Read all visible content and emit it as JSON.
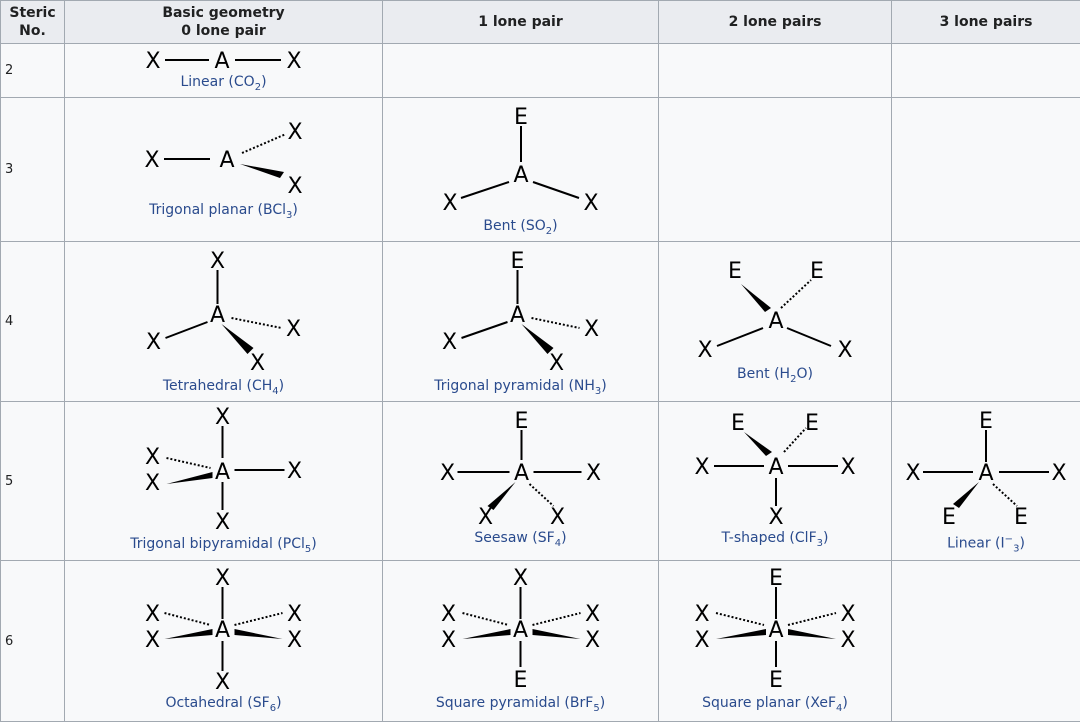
{
  "headers": {
    "steric_no": "Steric No.",
    "basic_geometry_line1": "Basic geometry",
    "basic_geometry_line2": "0 lone pair",
    "one_lone_pair": "1 lone pair",
    "two_lone_pairs": "2 lone pairs",
    "three_lone_pairs": "3 lone pairs"
  },
  "atoms": {
    "central": "A",
    "ligand": "X",
    "lone_pair": "E"
  },
  "rows": [
    {
      "steric_number": "2",
      "cells": [
        {
          "name": "Linear",
          "formula_main": "CO",
          "formula_sub": "2",
          "formula_sup": "",
          "formula_tail": ""
        }
      ]
    },
    {
      "steric_number": "3",
      "cells": [
        {
          "name": "Trigonal planar",
          "formula_main": "BCl",
          "formula_sub": "3",
          "formula_sup": "",
          "formula_tail": ""
        },
        {
          "name": "Bent",
          "formula_main": "SO",
          "formula_sub": "2",
          "formula_sup": "",
          "formula_tail": ""
        }
      ]
    },
    {
      "steric_number": "4",
      "cells": [
        {
          "name": "Tetrahedral",
          "formula_main": "CH",
          "formula_sub": "4",
          "formula_sup": "",
          "formula_tail": ""
        },
        {
          "name": "Trigonal pyramidal",
          "formula_main": "NH",
          "formula_sub": "3",
          "formula_sup": "",
          "formula_tail": ""
        },
        {
          "name": "Bent",
          "formula_main": "H",
          "formula_sub": "2",
          "formula_sup": "",
          "formula_tail": "O"
        }
      ]
    },
    {
      "steric_number": "5",
      "cells": [
        {
          "name": "Trigonal bipyramidal",
          "formula_main": "PCl",
          "formula_sub": "5",
          "formula_sup": "",
          "formula_tail": ""
        },
        {
          "name": "Seesaw",
          "formula_main": "SF",
          "formula_sub": "4",
          "formula_sup": "",
          "formula_tail": ""
        },
        {
          "name": "T-shaped",
          "formula_main": "ClF",
          "formula_sub": "3",
          "formula_sup": "",
          "formula_tail": ""
        },
        {
          "name": "Linear",
          "formula_main": "I",
          "formula_sub": "3",
          "formula_sup": "−",
          "formula_tail": ""
        }
      ]
    },
    {
      "steric_number": "6",
      "cells": [
        {
          "name": "Octahedral",
          "formula_main": "SF",
          "formula_sub": "6",
          "formula_sup": "",
          "formula_tail": ""
        },
        {
          "name": "Square pyramidal",
          "formula_main": "BrF",
          "formula_sub": "5",
          "formula_sup": "",
          "formula_tail": ""
        },
        {
          "name": "Square planar",
          "formula_main": "XeF",
          "formula_sub": "4",
          "formula_sup": "",
          "formula_tail": ""
        }
      ]
    }
  ]
}
